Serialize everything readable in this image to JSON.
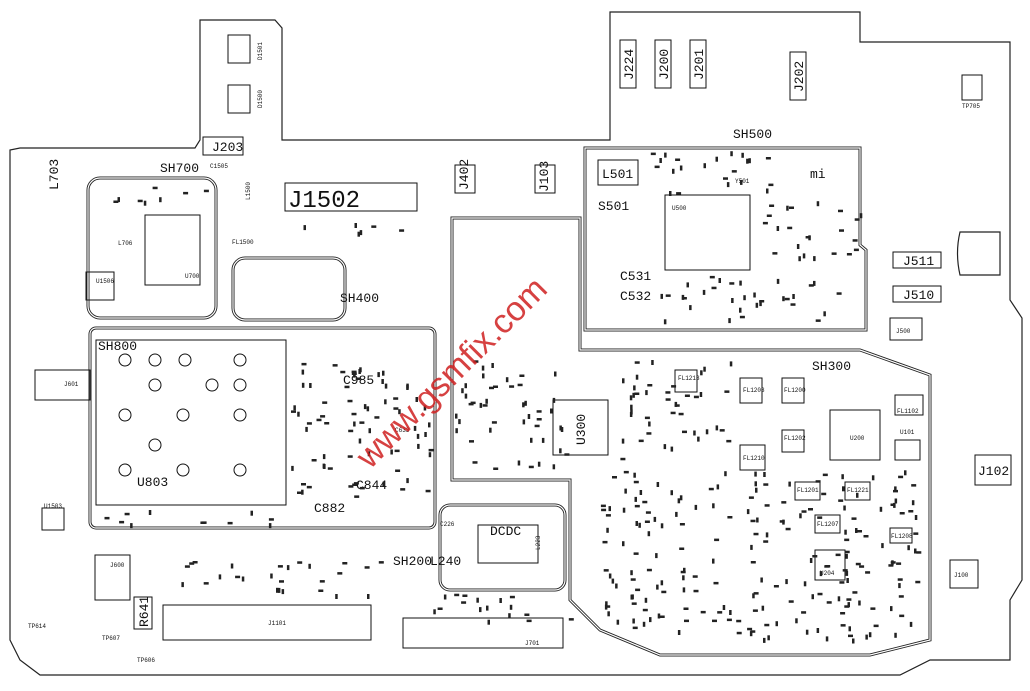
{
  "watermark": "www.gsmfix.com",
  "components": {
    "J1502": "J1502",
    "J203": "J203",
    "J402": "J402",
    "J103": "J103",
    "L501": "L501",
    "S501": "S501",
    "C531": "C531",
    "C532": "C532",
    "J511": "J511",
    "J510": "J510",
    "J102": "J102",
    "J500": "J500",
    "J100": "J100",
    "J601": "J601",
    "J600": "J600",
    "J701": "J701",
    "J1101": "J1101",
    "U803": "U803",
    "U300": "U300",
    "U700": "U700",
    "U500": "U500",
    "U101": "U101",
    "U200": "U200",
    "U204": "U204",
    "U1506": "U1506",
    "U1503": "U1503",
    "L240": "L240",
    "L223": "L223",
    "L703": "L703",
    "L1500": "L1500",
    "L706": "L706",
    "C985": "C985",
    "C844": "C844",
    "C882": "C882",
    "C226": "C226",
    "C633": "C633",
    "R641": "R641",
    "FL1102": "FL1102",
    "FL1213": "FL1213",
    "FL1203": "FL1203",
    "FL1200": "FL1200",
    "FL1202": "FL1202",
    "FL1210": "FL1210",
    "FL1201": "FL1201",
    "FL1221": "FL1221",
    "FL1207": "FL1207",
    "FL1208": "FL1208",
    "FL1500": "FL1500",
    "Y501": "Y501",
    "DCDC": "DCDC",
    "TP705": "TP705",
    "TP607": "TP607",
    "TP606": "TP606",
    "TP614": "TP614",
    "D1501": "D1501",
    "D1500": "D1500",
    "J224": "J224",
    "J200": "J200",
    "J201": "J201",
    "J202": "J202",
    "C1505": "C1505"
  },
  "shields": {
    "SH700": "SH700",
    "SH500": "SH500",
    "SH400": "SH400",
    "SH800": "SH800",
    "SH300": "SH300",
    "SH200": "SH200"
  },
  "logo_mark": "mi"
}
